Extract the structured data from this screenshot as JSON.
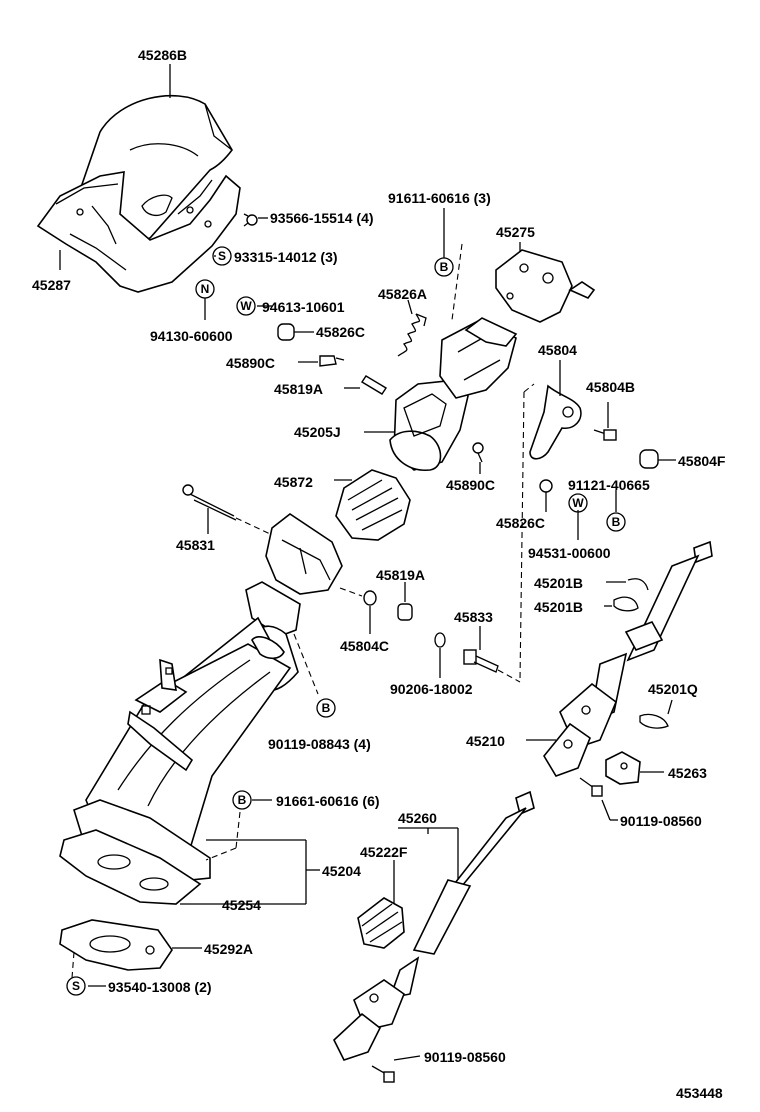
{
  "diagram_id": "453448",
  "labels": {
    "l45286B": "45286B",
    "l45287": "45287",
    "l93566": "93566-15514 (4)",
    "l93315": "93315-14012 (3)",
    "l94130": "94130-60600",
    "l94613": "94613-10601",
    "l45826A": "45826A",
    "l45826C_top": "45826C",
    "l45890C_left": "45890C",
    "l45819A_top": "45819A",
    "l45205J": "45205J",
    "l91611": "91611-60616 (3)",
    "l45275": "45275",
    "l45804": "45804",
    "l45804B": "45804B",
    "l45804F": "45804F",
    "l45890C_mid": "45890C",
    "l91121": "91121-40665",
    "l45826C_mid": "45826C",
    "l94531": "94531-00600",
    "l45872": "45872",
    "l45831": "45831",
    "l45819A_mid": "45819A",
    "l45804C": "45804C",
    "l45833": "45833",
    "l90206": "90206-18002",
    "l45201B_1": "45201B",
    "l45201B_2": "45201B",
    "l45201Q": "45201Q",
    "l90119_08843": "90119-08843 (4)",
    "l45210": "45210",
    "l45263": "45263",
    "l90119_08560_r": "90119-08560",
    "l91661": "91661-60616 (6)",
    "l45260": "45260",
    "l45222F": "45222F",
    "l45204": "45204",
    "l45254": "45254",
    "l45292A": "45292A",
    "l93540": "93540-13008 (2)",
    "l90119_08560_b": "90119-08560"
  },
  "callouts": {
    "B1": "B",
    "B2": "B",
    "B3": "B",
    "B4": "B",
    "S1": "S",
    "S2": "S",
    "N1": "N",
    "W1": "W",
    "W2": "W"
  }
}
